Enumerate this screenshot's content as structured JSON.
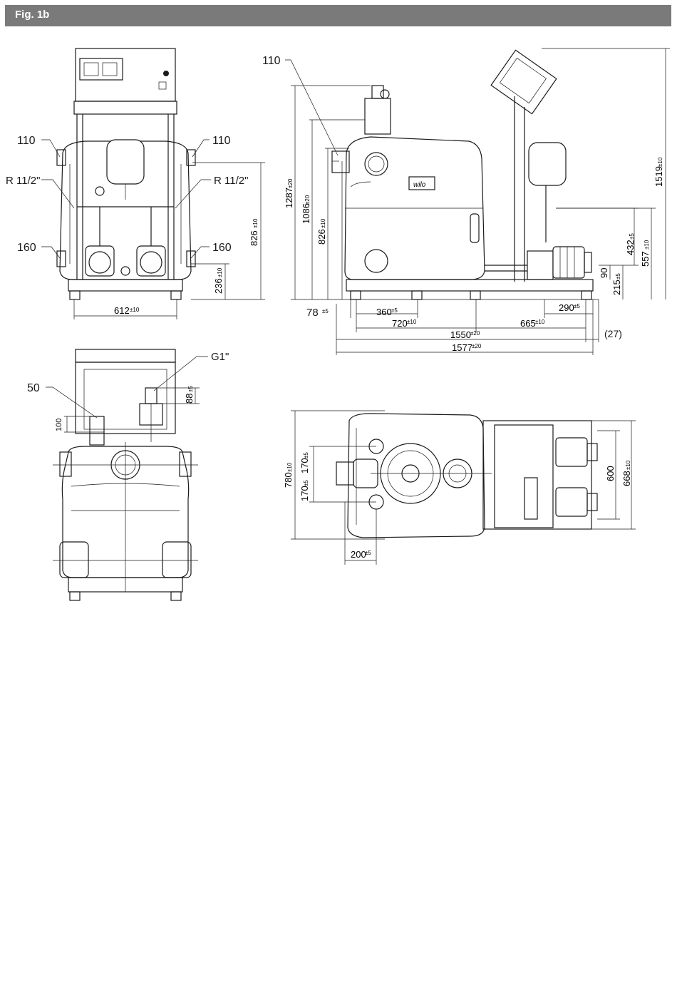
{
  "header": {
    "title": "Fig. 1b"
  },
  "front_view": {
    "callouts": {
      "left_top": "110",
      "right_top": "110",
      "left_mid": "R 11/2\"",
      "right_mid": "R 11/2\"",
      "left_bottom": "160",
      "right_bottom": "160"
    },
    "dims": {
      "width": "612",
      "width_tol": "±10",
      "height_826": "826",
      "height_826_tol": "±10",
      "height_236": "236",
      "height_236_tol": "±10"
    }
  },
  "side_view": {
    "callouts": {
      "top": "110",
      "brand": "wilo"
    },
    "dims": {
      "h1519": "1519",
      "h1519_tol": "±10",
      "h1287": "1287",
      "h1287_tol": "±20",
      "h1086": "1086",
      "h1086_tol": "±20",
      "h826": "826",
      "h826_tol": "±10",
      "h432": "432",
      "h432_tol": "±5",
      "h557": "557",
      "h557_tol": "±10",
      "h90": "90",
      "h215": "215",
      "h215_tol": "±5",
      "d78": "78",
      "d78_tol": "±5",
      "d360": "360",
      "d360_tol": "±5",
      "d290": "290",
      "d290_tol": "±5",
      "d720": "720",
      "d720_tol": "±10",
      "d665": "665",
      "d665_tol": "±10",
      "d1550": "1550",
      "d1550_tol": "±20",
      "d27": "(27)",
      "d1577": "1577",
      "d1577_tol": "±20"
    }
  },
  "rear_view": {
    "callouts": {
      "g1": "G1\"",
      "c50": "50"
    },
    "dims": {
      "d88": "88",
      "d88_tol": "±5",
      "d100": "100"
    }
  },
  "top_view": {
    "dims": {
      "d780": "780",
      "d780_tol": "±10",
      "d170a": "170",
      "d170a_tol": "±5",
      "d170b": "170",
      "d170b_tol": "±5",
      "d200": "200",
      "d200_tol": "±5",
      "d600": "600",
      "d668": "668",
      "d668_tol": "±10"
    }
  }
}
